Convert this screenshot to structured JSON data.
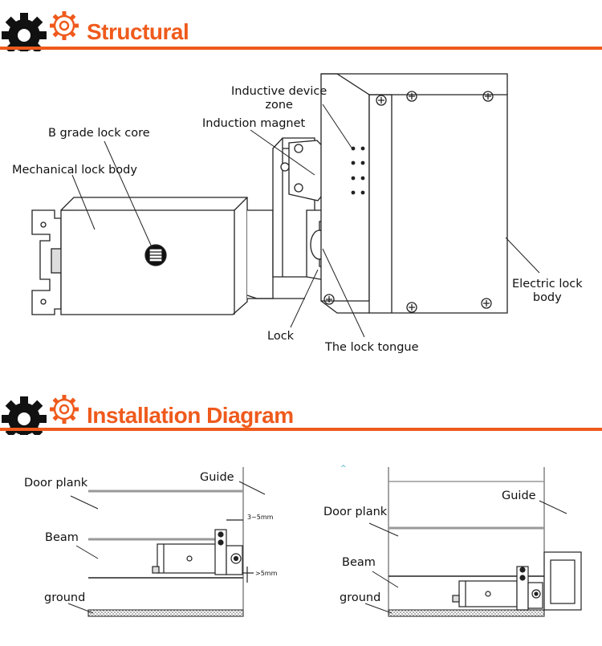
{
  "sections": {
    "structural": {
      "title": "Structural"
    },
    "installation": {
      "title": "Installation Diagram"
    }
  },
  "structural_labels": {
    "inductive_device_zone_line1": "Inductive device",
    "inductive_device_zone_line2": "zone",
    "induction_magnet": "Induction magnet",
    "b_grade_lock_core": "B grade lock core",
    "mechanical_lock_body": "Mechanical lock body",
    "electric_lock_body_line1": "Electric lock",
    "electric_lock_body_line2": "body",
    "lock": "Lock",
    "lock_tongue": "The lock tongue"
  },
  "installation_left": {
    "door_plank": "Door plank",
    "guide": "Guide",
    "beam": "Beam",
    "ground": "ground",
    "gap_top": "3~5mm",
    "gap_bottom": ">5mm"
  },
  "installation_right": {
    "guide": "Guide",
    "door_plank": "Door plank",
    "beam": "Beam",
    "ground": "ground"
  },
  "colors": {
    "accent": "#ef5a1c",
    "line": "#222222"
  }
}
